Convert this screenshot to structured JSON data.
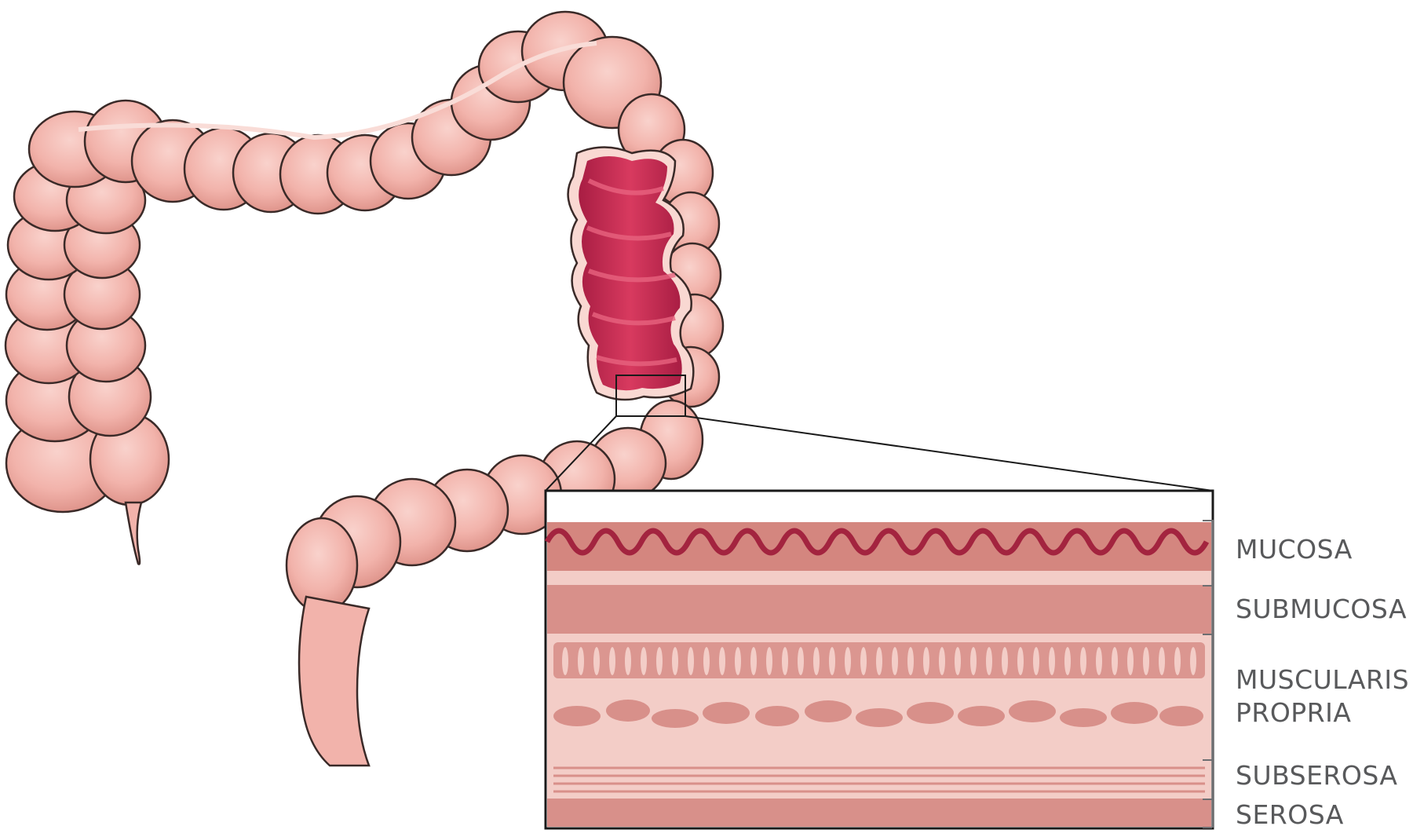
{
  "colors": {
    "colon_fill": "#f2b5ad",
    "colon_shade": "#e39a91",
    "colon_highlight": "#f9d4cf",
    "lumen": "#c4244f",
    "lumen_light": "#e04a6b",
    "mucosa_dark": "#a3243f",
    "layer_pink": "#d8908a",
    "layer_pale": "#f3cdc7",
    "label_gray": "#58595b"
  },
  "labels": {
    "mucosa": "MUCOSA",
    "submucosa": "SUBMUCOSA",
    "muscularis_line1": "MUSCULARIS",
    "muscularis_line2": "PROPRIA",
    "subserosa": "SUBSEROSA",
    "serosa": "SEROSA"
  },
  "icons": [
    "colon-illustration",
    "lumen-cutaway",
    "zoom-box",
    "tissue-cross-section"
  ]
}
